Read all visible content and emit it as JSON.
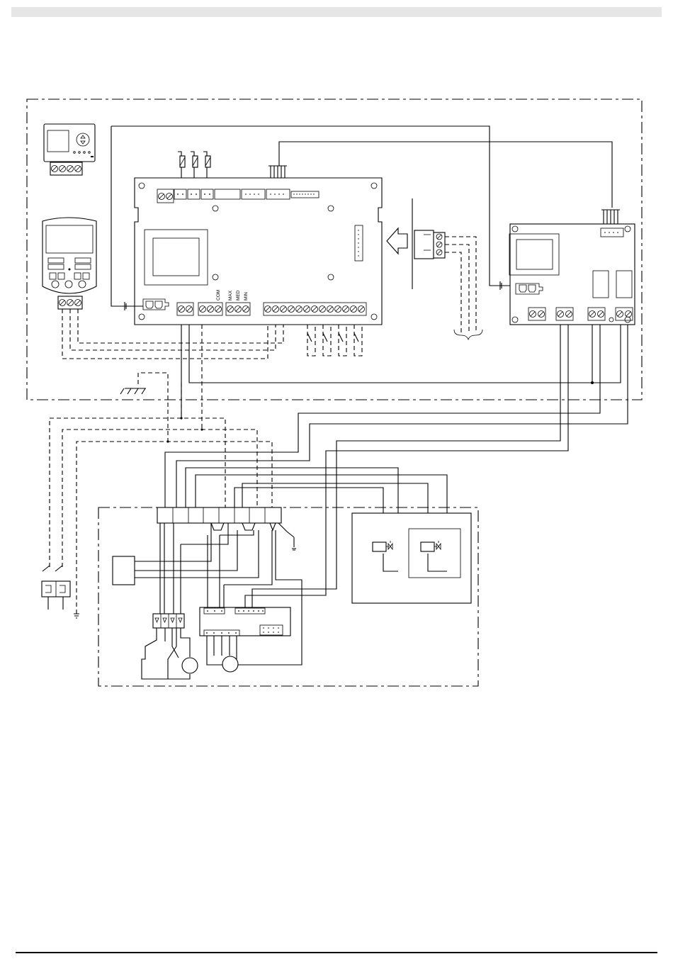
{
  "header": {
    "band_color": "#e6e6e6"
  },
  "main_board": {
    "speed_labels": {
      "com": "COM",
      "max": "MAX",
      "med": "MED",
      "min": "MIN"
    }
  },
  "colors": {
    "line": "#000000",
    "background": "#ffffff"
  }
}
